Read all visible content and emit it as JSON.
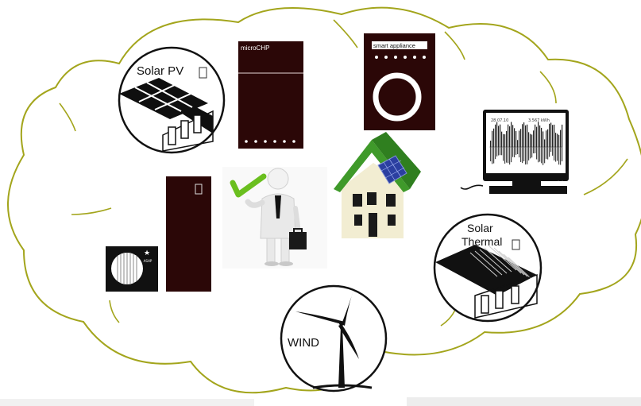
{
  "colors": {
    "cloud_outline": "#a3a51c",
    "device_body": "#2b0707",
    "roof_panel": "#0f0f0f",
    "house_roof": "#3f9a2a",
    "house_wall": "#f2edd2",
    "check": "#6abf1f"
  },
  "items": {
    "solar_pv": {
      "label": "Solar PV",
      "icon": "solar-panel-roof-icon"
    },
    "micro_chp": {
      "label": "microCHP",
      "icon": "micro-chp-unit-icon"
    },
    "smart_appliance": {
      "label": "smart appliance",
      "icon": "washing-machine-icon"
    },
    "smart_meter": {
      "date": "28.07.10",
      "reading": "3.567 kWh",
      "icon": "energy-monitor-icon"
    },
    "heat_pump": {
      "label": "ASHP",
      "icon": "air-source-heat-pump-icon"
    },
    "person": {
      "icon": "businessman-checkmark-icon"
    },
    "house": {
      "icon": "green-house-icon"
    },
    "solar_thermal": {
      "label_line1": "Solar",
      "label_line2": "Thermal",
      "icon": "solar-thermal-roof-icon"
    },
    "wind": {
      "label": "WIND",
      "icon": "wind-turbine-icon"
    }
  }
}
